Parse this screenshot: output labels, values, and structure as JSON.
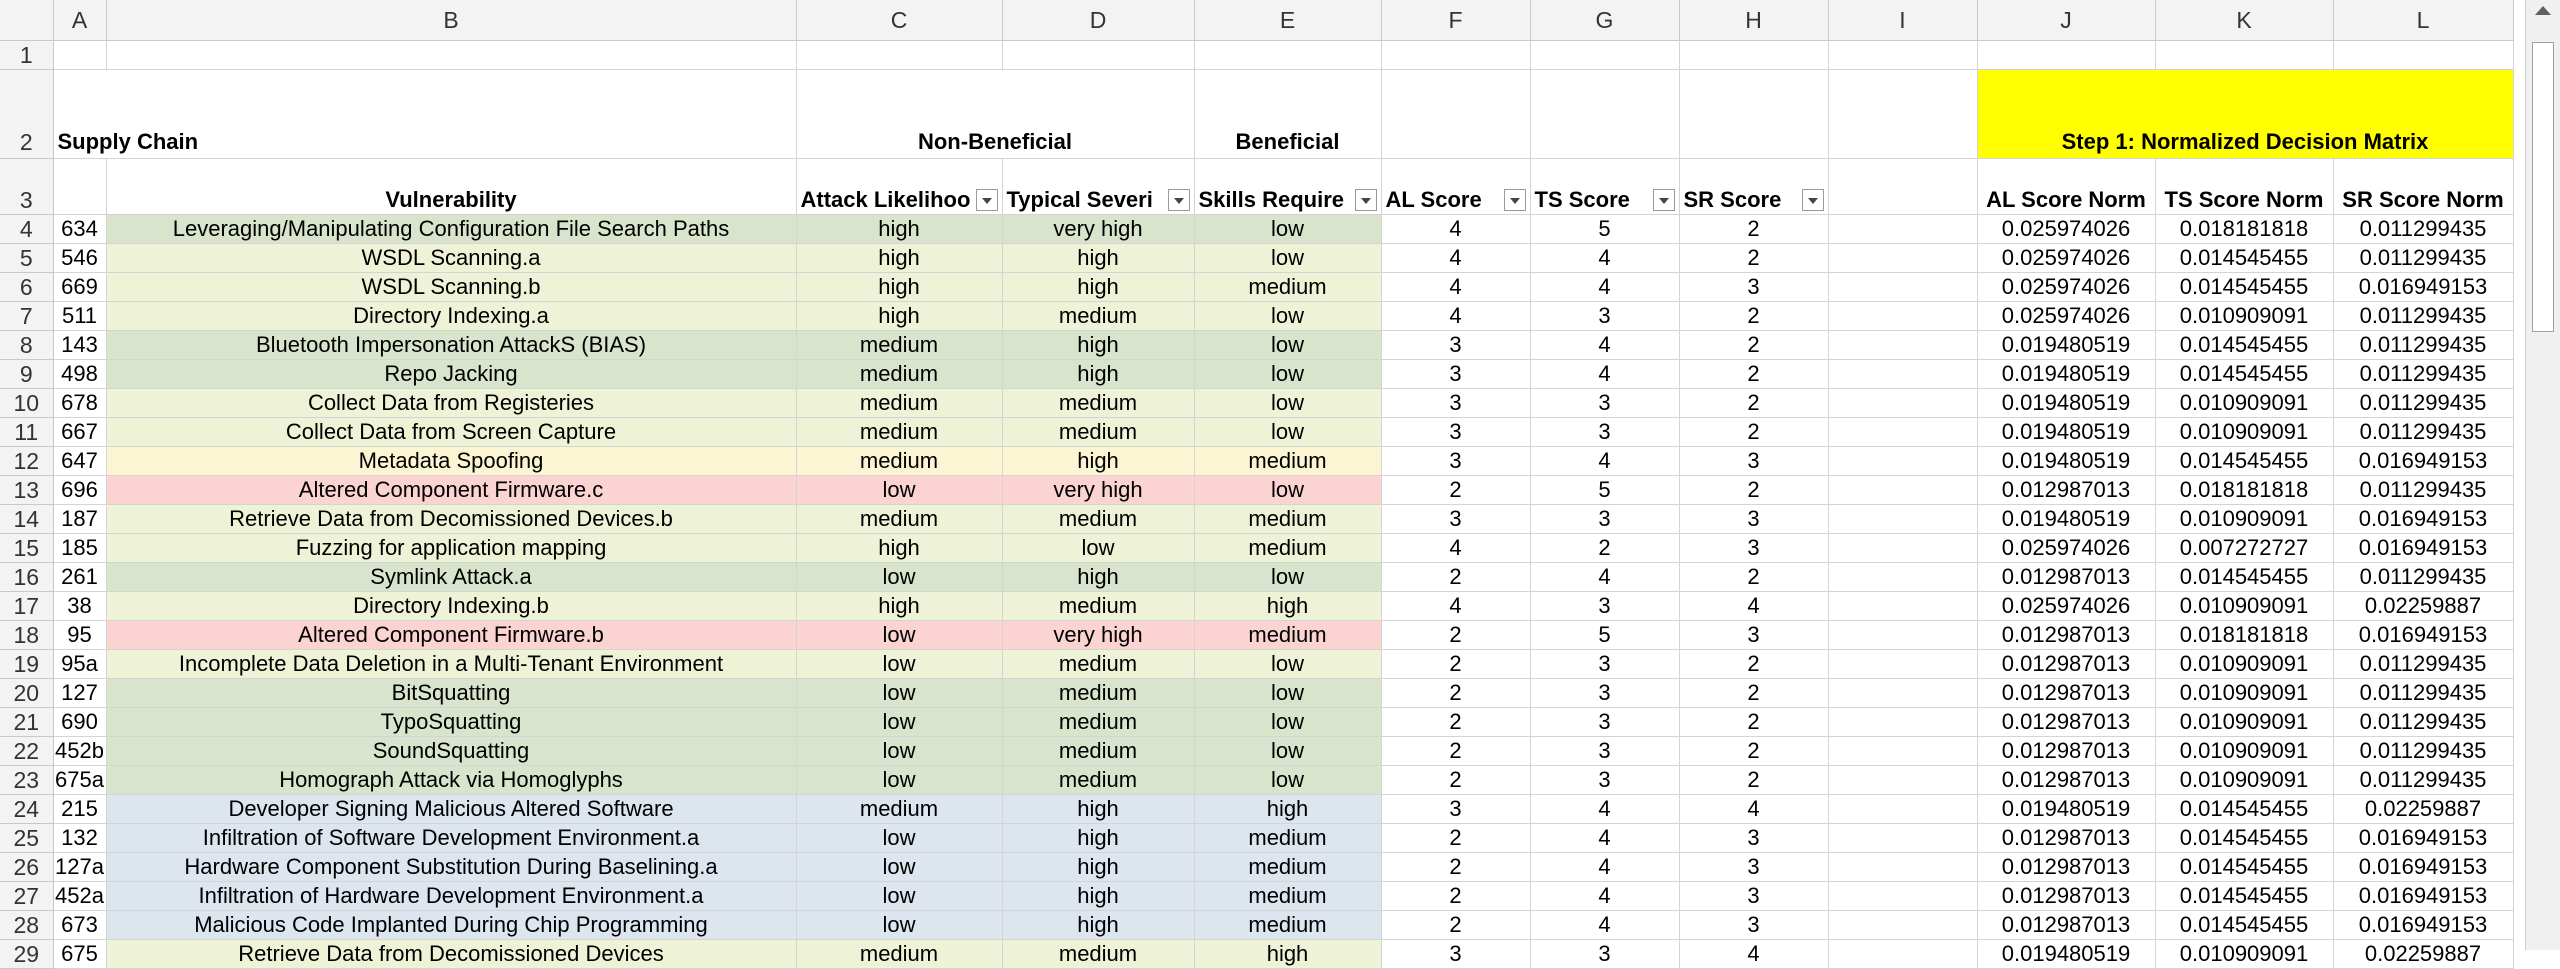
{
  "columns": [
    "A",
    "B",
    "C",
    "D",
    "E",
    "F",
    "G",
    "H",
    "I",
    "J",
    "K",
    "L"
  ],
  "row1_num": "1",
  "row2": {
    "num": "2",
    "supply_chain": "Supply Chain",
    "non_beneficial": "Non-Beneficial",
    "beneficial": "Beneficial",
    "step1": "Step 1: Normalized Decision Matrix"
  },
  "row3": {
    "num": "3",
    "vulnerability": "Vulnerability",
    "attack_likelihood": "Attack Likelihoo",
    "typical_severity": "Typical Severi",
    "skills_required": "Skills Require",
    "al_score": "AL Score",
    "ts_score": "TS Score",
    "sr_score": "SR Score",
    "al_norm": "AL Score Norm",
    "ts_norm": "TS Score Norm",
    "sr_norm": "SR Score Norm"
  },
  "colors": {
    "green": "#d9e4cc",
    "light_green": "#eef2d6",
    "light_yellow": "#fcf5d3",
    "pink": "#fbd3d0",
    "blue": "#dde5ef",
    "yellow": "#ffff00"
  },
  "rows": [
    {
      "num": "4",
      "id": "634",
      "name": "Leveraging/Manipulating Configuration File Search Paths",
      "al": "high",
      "ts": "very high",
      "sr": "low",
      "f": "4",
      "g": "5",
      "h": "2",
      "j": "0.025974026",
      "k": "0.018181818",
      "l": "0.011299435",
      "color": "g"
    },
    {
      "num": "5",
      "id": "546",
      "name": "WSDL Scanning.a",
      "al": "high",
      "ts": "high",
      "sr": "low",
      "f": "4",
      "g": "4",
      "h": "2",
      "j": "0.025974026",
      "k": "0.014545455",
      "l": "0.011299435",
      "color": "lg"
    },
    {
      "num": "6",
      "id": "669",
      "name": "WSDL Scanning.b",
      "al": "high",
      "ts": "high",
      "sr": "medium",
      "f": "4",
      "g": "4",
      "h": "3",
      "j": "0.025974026",
      "k": "0.014545455",
      "l": "0.016949153",
      "color": "lg"
    },
    {
      "num": "7",
      "id": "511",
      "name": "Directory Indexing.a",
      "al": "high",
      "ts": "medium",
      "sr": "low",
      "f": "4",
      "g": "3",
      "h": "2",
      "j": "0.025974026",
      "k": "0.010909091",
      "l": "0.011299435",
      "color": "lg"
    },
    {
      "num": "8",
      "id": "143",
      "name": "Bluetooth Impersonation AttackS (BIAS)",
      "al": "medium",
      "ts": "high",
      "sr": "low",
      "f": "3",
      "g": "4",
      "h": "2",
      "j": "0.019480519",
      "k": "0.014545455",
      "l": "0.011299435",
      "color": "g"
    },
    {
      "num": "9",
      "id": "498",
      "name": "Repo Jacking",
      "al": "medium",
      "ts": "high",
      "sr": "low",
      "f": "3",
      "g": "4",
      "h": "2",
      "j": "0.019480519",
      "k": "0.014545455",
      "l": "0.011299435",
      "color": "g"
    },
    {
      "num": "10",
      "id": "678",
      "name": "Collect Data from Registeries",
      "al": "medium",
      "ts": "medium",
      "sr": "low",
      "f": "3",
      "g": "3",
      "h": "2",
      "j": "0.019480519",
      "k": "0.010909091",
      "l": "0.011299435",
      "color": "lg"
    },
    {
      "num": "11",
      "id": "667",
      "name": "Collect Data from Screen Capture",
      "al": "medium",
      "ts": "medium",
      "sr": "low",
      "f": "3",
      "g": "3",
      "h": "2",
      "j": "0.019480519",
      "k": "0.010909091",
      "l": "0.011299435",
      "color": "lg"
    },
    {
      "num": "12",
      "id": "647",
      "name": "Metadata Spoofing",
      "al": "medium",
      "ts": "high",
      "sr": "medium",
      "f": "3",
      "g": "4",
      "h": "3",
      "j": "0.019480519",
      "k": "0.014545455",
      "l": "0.016949153",
      "color": "ly"
    },
    {
      "num": "13",
      "id": "696",
      "name": "Altered Component Firmware.c",
      "al": "low",
      "ts": "very high",
      "sr": "low",
      "f": "2",
      "g": "5",
      "h": "2",
      "j": "0.012987013",
      "k": "0.018181818",
      "l": "0.011299435",
      "color": "p"
    },
    {
      "num": "14",
      "id": "187",
      "name": "Retrieve Data from Decomissioned Devices.b",
      "al": "medium",
      "ts": "medium",
      "sr": "medium",
      "f": "3",
      "g": "3",
      "h": "3",
      "j": "0.019480519",
      "k": "0.010909091",
      "l": "0.016949153",
      "color": "lg"
    },
    {
      "num": "15",
      "id": "185",
      "name": "Fuzzing for application mapping",
      "al": "high",
      "ts": "low",
      "sr": "medium",
      "f": "4",
      "g": "2",
      "h": "3",
      "j": "0.025974026",
      "k": "0.007272727",
      "l": "0.016949153",
      "color": "lg"
    },
    {
      "num": "16",
      "id": "261",
      "name": "Symlink Attack.a",
      "al": "low",
      "ts": "high",
      "sr": "low",
      "f": "2",
      "g": "4",
      "h": "2",
      "j": "0.012987013",
      "k": "0.014545455",
      "l": "0.011299435",
      "color": "g"
    },
    {
      "num": "17",
      "id": "38",
      "name": "Directory Indexing.b",
      "al": "high",
      "ts": "medium",
      "sr": "high",
      "f": "4",
      "g": "3",
      "h": "4",
      "j": "0.025974026",
      "k": "0.010909091",
      "l": "0.02259887",
      "color": "lg"
    },
    {
      "num": "18",
      "id": "95",
      "name": "Altered Component Firmware.b",
      "al": "low",
      "ts": "very high",
      "sr": "medium",
      "f": "2",
      "g": "5",
      "h": "3",
      "j": "0.012987013",
      "k": "0.018181818",
      "l": "0.016949153",
      "color": "p"
    },
    {
      "num": "19",
      "id": "95a",
      "name": "Incomplete Data Deletion in a Multi-Tenant Environment",
      "al": "low",
      "ts": "medium",
      "sr": "low",
      "f": "2",
      "g": "3",
      "h": "2",
      "j": "0.012987013",
      "k": "0.010909091",
      "l": "0.011299435",
      "color": "lg"
    },
    {
      "num": "20",
      "id": "127",
      "name": "BitSquatting",
      "al": "low",
      "ts": "medium",
      "sr": "low",
      "f": "2",
      "g": "3",
      "h": "2",
      "j": "0.012987013",
      "k": "0.010909091",
      "l": "0.011299435",
      "color": "g"
    },
    {
      "num": "21",
      "id": "690",
      "name": "TypoSquatting",
      "al": "low",
      "ts": "medium",
      "sr": "low",
      "f": "2",
      "g": "3",
      "h": "2",
      "j": "0.012987013",
      "k": "0.010909091",
      "l": "0.011299435",
      "color": "g"
    },
    {
      "num": "22",
      "id": "452b",
      "name": "SoundSquatting",
      "al": "low",
      "ts": "medium",
      "sr": "low",
      "f": "2",
      "g": "3",
      "h": "2",
      "j": "0.012987013",
      "k": "0.010909091",
      "l": "0.011299435",
      "color": "g"
    },
    {
      "num": "23",
      "id": "675a",
      "name": "Homograph Attack via Homoglyphs",
      "al": "low",
      "ts": "medium",
      "sr": "low",
      "f": "2",
      "g": "3",
      "h": "2",
      "j": "0.012987013",
      "k": "0.010909091",
      "l": "0.011299435",
      "color": "g"
    },
    {
      "num": "24",
      "id": "215",
      "name": "Developer Signing Malicious Altered Software",
      "al": "medium",
      "ts": "high",
      "sr": "high",
      "f": "3",
      "g": "4",
      "h": "4",
      "j": "0.019480519",
      "k": "0.014545455",
      "l": "0.02259887",
      "color": "b"
    },
    {
      "num": "25",
      "id": "132",
      "name": "Infiltration of Software Development Environment.a",
      "al": "low",
      "ts": "high",
      "sr": "medium",
      "f": "2",
      "g": "4",
      "h": "3",
      "j": "0.012987013",
      "k": "0.014545455",
      "l": "0.016949153",
      "color": "b"
    },
    {
      "num": "26",
      "id": "127a",
      "name": "Hardware Component Substitution During Baselining.a",
      "al": "low",
      "ts": "high",
      "sr": "medium",
      "f": "2",
      "g": "4",
      "h": "3",
      "j": "0.012987013",
      "k": "0.014545455",
      "l": "0.016949153",
      "color": "b"
    },
    {
      "num": "27",
      "id": "452a",
      "name": "Infiltration of Hardware Development Environment.a",
      "al": "low",
      "ts": "high",
      "sr": "medium",
      "f": "2",
      "g": "4",
      "h": "3",
      "j": "0.012987013",
      "k": "0.014545455",
      "l": "0.016949153",
      "color": "b"
    },
    {
      "num": "28",
      "id": "673",
      "name": "Malicious Code Implanted During Chip Programming",
      "al": "low",
      "ts": "high",
      "sr": "medium",
      "f": "2",
      "g": "4",
      "h": "3",
      "j": "0.012987013",
      "k": "0.014545455",
      "l": "0.016949153",
      "color": "b"
    },
    {
      "num": "29",
      "id": "675",
      "name": "Retrieve Data from Decomissioned Devices",
      "al": "medium",
      "ts": "medium",
      "sr": "high",
      "f": "3",
      "g": "3",
      "h": "4",
      "j": "0.019480519",
      "k": "0.010909091",
      "l": "0.02259887",
      "color": "lg"
    }
  ]
}
